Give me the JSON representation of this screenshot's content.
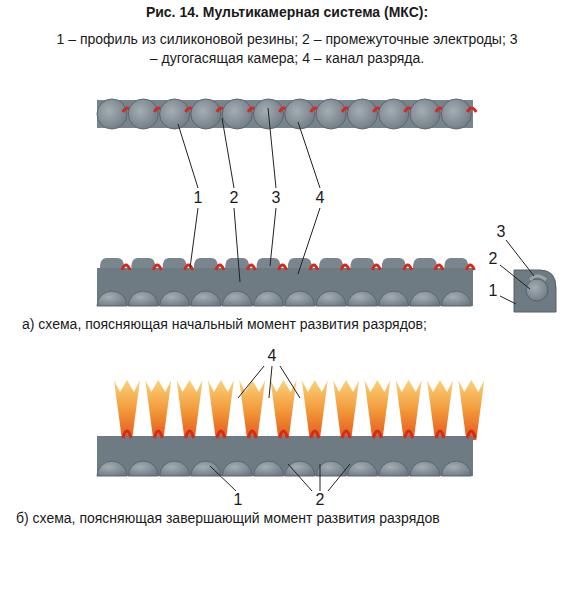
{
  "diagram": {
    "title": "Рис. 14. Мультикамерная система (МКС):",
    "caption": "1 – профиль из силиконовой резины; 2 – промежуточные электроды; 3 – дугогасящая камера; 4 – канал разряда.",
    "labels": [
      "1",
      "2",
      "3",
      "4",
      "3",
      "2",
      "1",
      "а) схема, поясняющая начальный момент развития разрядов;",
      "4",
      "1",
      "2",
      "б) схема, поясняющая завершающий момент развития разрядов"
    ]
  }
}
